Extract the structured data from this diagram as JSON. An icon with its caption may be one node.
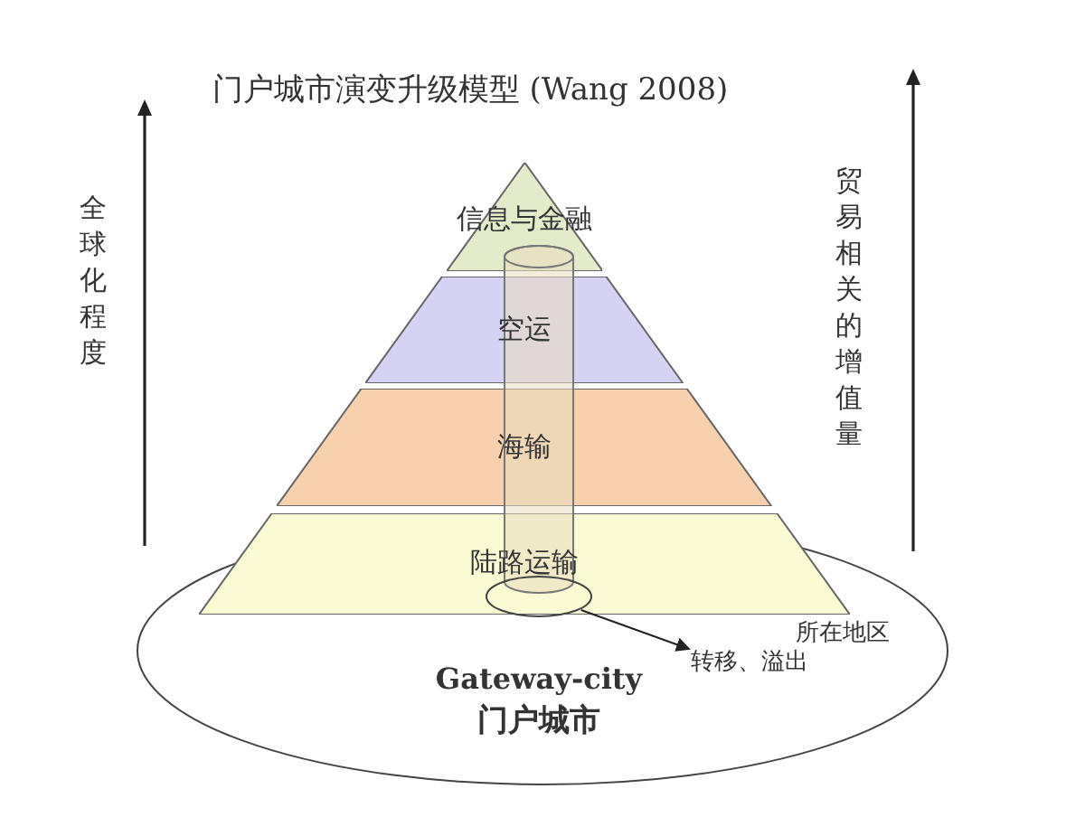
{
  "diagram": {
    "title": "门户城市演变升级模型 (Wang 2008)",
    "nodes": [
      {
        "text": [
          "所在地区"
        ]
      },
      {
        "text": [
          "信息与金融"
        ]
      },
      {
        "text": [
          "空运"
        ]
      },
      {
        "text": [
          "海输"
        ]
      },
      {
        "text": [
          "陆路运输"
        ],
        "in": 0
      },
      {
        "text": [],
        "shape": "circle",
        "beside": [
          "Gateway-city",
          "门户城市"
        ],
        "in": 4
      },
      {
        "text": [
          "转移、溢出"
        ],
        "in": 0
      }
    ],
    "edges": [
      {
        "from": 5,
        "to": 6,
        "arrow": "to"
      }
    ],
    "labels": [
      "全球化程度",
      "贸易相关的增值量"
    ]
  }
}
